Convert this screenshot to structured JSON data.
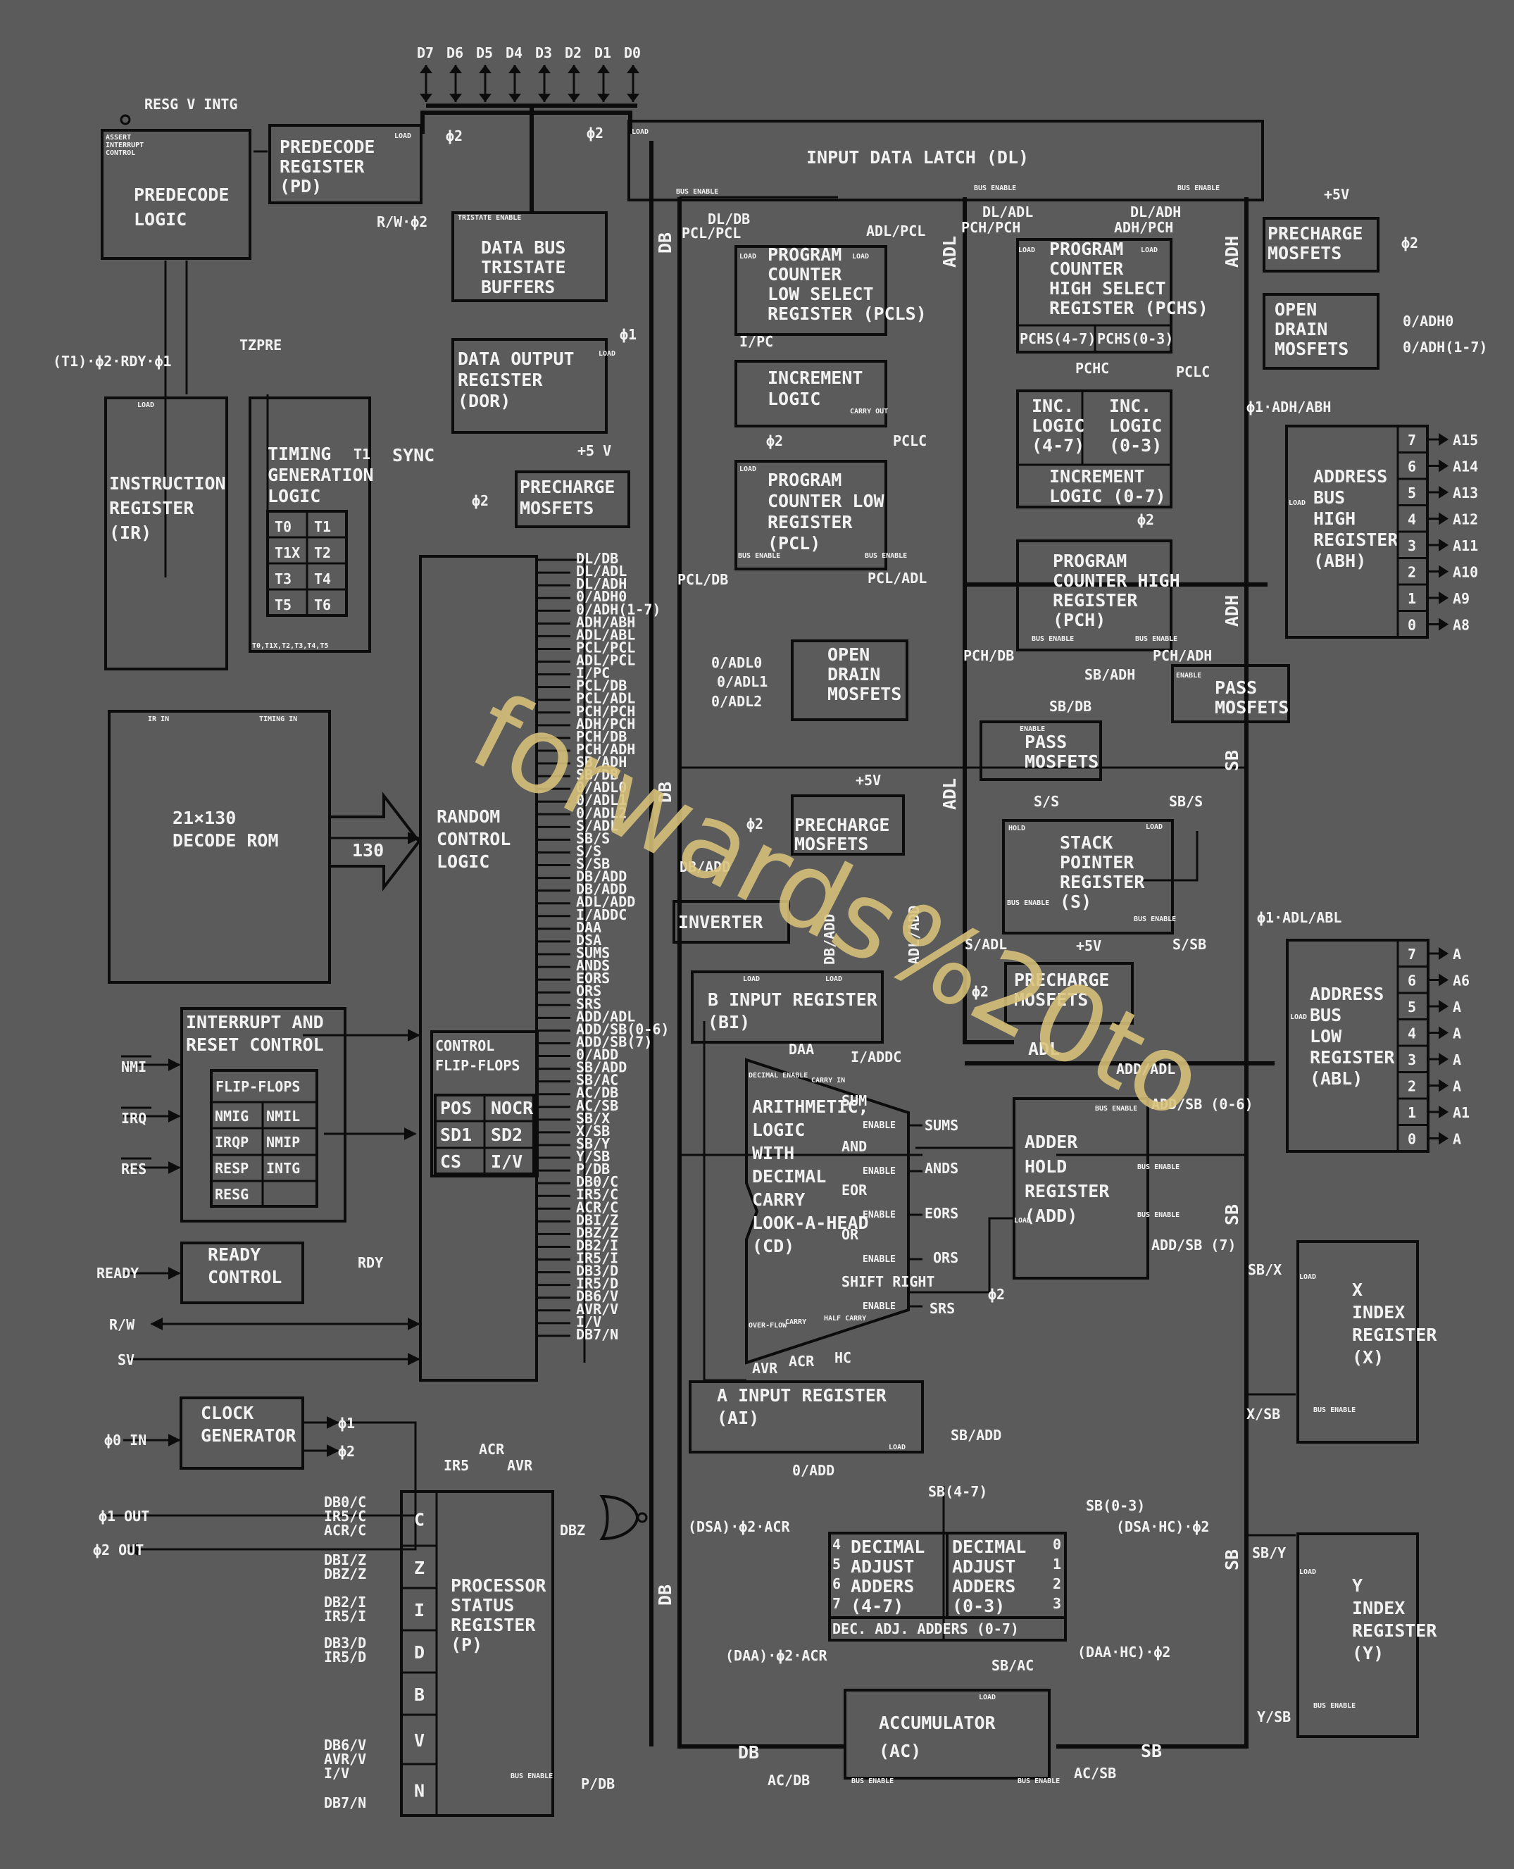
{
  "data_pins": [
    "D7",
    "D6",
    "D5",
    "D4",
    "D3",
    "D2",
    "D1",
    "D0"
  ],
  "blocks": {
    "predecode_logic": [
      "PREDECODE",
      "LOGIC"
    ],
    "assert_interrupt": [
      "ASSERT",
      "INTERRUPT",
      "CONTROL"
    ],
    "predecode_register": [
      "PREDECODE",
      "REGISTER",
      "(PD)"
    ],
    "data_bus_tristate": [
      "DATA BUS",
      "TRISTATE",
      "BUFFERS"
    ],
    "data_output_register": [
      "DATA OUTPUT",
      "REGISTER",
      "(DOR)"
    ],
    "input_data_latch": "INPUT DATA LATCH (DL)",
    "instruction_register": [
      "INSTRUCTION",
      "REGISTER",
      "(IR)"
    ],
    "timing_generation": [
      "TIMING",
      "GENERATION",
      "LOGIC"
    ],
    "timing_cells": [
      "T0",
      "T1",
      "T1X",
      "T2",
      "T3",
      "T4",
      "T5",
      "T6"
    ],
    "timing_footer": "T0,T1X,T2,T3,T4,T5",
    "decode_rom": [
      "21×130",
      "DECODE ROM"
    ],
    "random_control": [
      "RANDOM",
      "CONTROL",
      "LOGIC"
    ],
    "control_flipflops": [
      "CONTROL",
      "FLIP-FLOPS"
    ],
    "control_ff_cells": [
      "POS",
      "NOCR",
      "SD1",
      "SD2",
      "CS",
      "I/V"
    ],
    "interrupt_reset": [
      "INTERRUPT AND",
      "RESET CONTROL"
    ],
    "ir_flipflops": "FLIP-FLOPS",
    "ir_ff_cells": [
      "NMIG",
      "NMIL",
      "IRQP",
      "NMIP",
      "RESP",
      "INTG",
      "RESG"
    ],
    "ready_control": [
      "READY",
      "CONTROL"
    ],
    "clock_generator": [
      "CLOCK",
      "GENERATOR"
    ],
    "processor_status": [
      "PROCESSOR",
      "STATUS",
      "REGISTER",
      "(P)"
    ],
    "status_bits": [
      "C",
      "Z",
      "I",
      "D",
      "B",
      "V",
      "N"
    ],
    "precharge_mosfets": [
      "PRECHARGE",
      "MOSFETS"
    ],
    "pcls": [
      "PROGRAM",
      "COUNTER",
      "LOW SELECT",
      "REGISTER (PCLS)"
    ],
    "increment_logic": [
      "INCREMENT",
      "LOGIC"
    ],
    "pcl": [
      "PROGRAM",
      "COUNTER LOW",
      "REGISTER",
      "(PCL)"
    ],
    "open_drain": [
      "OPEN",
      "DRAIN",
      "MOSFETS"
    ],
    "pchs": [
      "PROGRAM",
      "COUNTER",
      "HIGH SELECT",
      "REGISTER (PCHS)"
    ],
    "pchs_split": [
      "PCHS(4-7)",
      "PCHS(0-3)"
    ],
    "inc_logic_47": [
      "INC.",
      "LOGIC",
      "(4-7)"
    ],
    "inc_logic_03": [
      "INC.",
      "LOGIC",
      "(0-3)"
    ],
    "inc_logic_07": [
      "INCREMENT",
      "LOGIC (0-7)"
    ],
    "pch": [
      "PROGRAM",
      "COUNTER HIGH",
      "REGISTER",
      "(PCH)"
    ],
    "pass_mosfets": [
      "PASS",
      "MOSFETS"
    ],
    "stack_pointer": [
      "STACK",
      "POINTER",
      "REGISTER",
      "(S)"
    ],
    "inverter": "INVERTER",
    "b_input": [
      "B INPUT REGISTER",
      "(BI)"
    ],
    "alu": [
      "ARITHMETIC,",
      "LOGIC",
      "WITH",
      "DECIMAL",
      "CARRY",
      "LOOK-A-HEAD",
      "(CD)"
    ],
    "alu_ops": [
      "SUM",
      "AND",
      "EOR",
      "OR",
      "SHIFT RIGHT"
    ],
    "alu_bottom": [
      "OVER-FLOW",
      "CARRY",
      "HALF CARRY"
    ],
    "adder_hold": [
      "ADDER",
      "HOLD",
      "REGISTER",
      "(ADD)"
    ],
    "a_input": [
      "A INPUT REGISTER",
      "(AI)"
    ],
    "dec_adj_47": [
      "DECIMAL",
      "ADJUST",
      "ADDERS",
      "(4-7)"
    ],
    "dec_adj_03": [
      "DECIMAL",
      "ADJUST",
      "ADDERS",
      "(0-3)"
    ],
    "dec_adj_07": "DEC. ADJ. ADDERS (0-7)",
    "accumulator": [
      "ACCUMULATOR",
      "(AC)"
    ],
    "abh": [
      "ADDRESS",
      "BUS",
      "HIGH",
      "REGISTER",
      "(ABH)"
    ],
    "abl": [
      "ADDRESS",
      "BUS",
      "LOW",
      "REGISTER",
      "(ABL)"
    ],
    "x_index": [
      "X",
      "INDEX",
      "REGISTER",
      "(X)"
    ],
    "y_index": [
      "Y",
      "INDEX",
      "REGISTER",
      "(Y)"
    ]
  },
  "abh_bits": [
    {
      "bit": "7",
      "pin": "A15"
    },
    {
      "bit": "6",
      "pin": "A14"
    },
    {
      "bit": "5",
      "pin": "A13"
    },
    {
      "bit": "4",
      "pin": "A12"
    },
    {
      "bit": "3",
      "pin": "A11"
    },
    {
      "bit": "2",
      "pin": "A10"
    },
    {
      "bit": "1",
      "pin": "A9"
    },
    {
      "bit": "0",
      "pin": "A8"
    }
  ],
  "abl_bits": [
    {
      "bit": "7",
      "pin": "A"
    },
    {
      "bit": "6",
      "pin": "A6"
    },
    {
      "bit": "5",
      "pin": "A"
    },
    {
      "bit": "4",
      "pin": "A"
    },
    {
      "bit": "3",
      "pin": "A"
    },
    {
      "bit": "2",
      "pin": "A"
    },
    {
      "bit": "1",
      "pin": "A1"
    },
    {
      "bit": "0",
      "pin": "A"
    }
  ],
  "control_signals": [
    "DL/DB",
    "DL/ADL",
    "DL/ADH",
    "0/ADH0",
    "0/ADH(1-7)",
    "ADH/ABH",
    "ADL/ABL",
    "PCL/PCL",
    "ADL/PCL",
    "I/PC",
    "PCL/DB",
    "PCL/ADL",
    "PCH/PCH",
    "ADH/PCH",
    "PCH/DB",
    "PCH/ADH",
    "SB/ADH",
    "SB/DB",
    "0/ADL0",
    "0/ADL1",
    "0/ADL2",
    "S/ADL",
    "SB/S",
    "S/S",
    "S/SB",
    "DB/ADD",
    "DB/ADD",
    "ADL/ADD",
    "I/ADDC",
    "DAA",
    "DSA",
    "SUMS",
    "ANDS",
    "EORS",
    "ORS",
    "SRS",
    "ADD/ADL",
    "ADD/SB(0-6)",
    "ADD/SB(7)",
    "0/ADD",
    "SB/ADD",
    "SB/AC",
    "AC/DB",
    "AC/SB",
    "SB/X",
    "X/SB",
    "SB/Y",
    "Y/SB",
    "P/DB",
    "DB0/C",
    "IR5/C",
    "ACR/C",
    "DBI/Z",
    "DBZ/Z",
    "DB2/I",
    "IR5/I",
    "DB3/D",
    "IR5/D",
    "DB6/V",
    "AVR/V",
    "I/V",
    "DB7/N"
  ],
  "pins": {
    "resg_intg": "RESG V INTG",
    "nmi": "NMI",
    "irq": "IRQ",
    "res": "RES",
    "ready": "READY",
    "rw": "R/W",
    "sv": "SV",
    "phi0_in": "ϕ0 IN",
    "phi1_out": "ϕ1 OUT",
    "phi2_out": "ϕ2 OUT",
    "phi1": "ϕ1",
    "phi2": "ϕ2",
    "sync": "SYNC"
  },
  "labels": {
    "load": "LOAD",
    "bus_enable": "BUS ENABLE",
    "hold": "HOLD",
    "enable": "ENABLE",
    "tristate_enable": "TRISTATE ENABLE",
    "phi2": "ϕ2",
    "phi1": "ϕ1",
    "plus5v": "+5V",
    "plus5v_alt": "+5 V",
    "t1_rdy": "(T1)·ϕ2·RDY·ϕ1",
    "tzpre": "TZPRE",
    "rw_phi2": "R/W·ϕ2",
    "ir_in": "IR IN",
    "timing_in": "TIMING IN",
    "n130": "130",
    "rdy": "RDY",
    "t1_sync": "T1",
    "db": "DB",
    "adl": "ADL",
    "adh": "ADH",
    "sb": "SB",
    "dl_db": "DL/DB",
    "dl_adl": "DL/ADL",
    "dl_adh": "DL/ADH",
    "adl_pcl": "ADL/PCL",
    "pcl_pcl": "PCL/PCL",
    "pch_pch": "PCH/PCH",
    "adh_pch": "ADH/PCH",
    "i_pc": "I/PC",
    "pclc": "PCLC",
    "pchc": "PCHC",
    "pcl_db": "PCL/DB",
    "pcl_adl": "PCL/ADL",
    "pch_db": "PCH/DB",
    "pch_adh": "PCH/ADH",
    "sb_adh": "SB/ADH",
    "sb_db": "SB/DB",
    "o_adl0": "0/ADL0",
    "o_adl1": "0/ADL1",
    "o_adl2": "0/ADL2",
    "o_adh0": "0/ADH0",
    "o_adh17": "0/ADH(1-7)",
    "phi1_adh_abh": "ϕ1·ADH/ABH",
    "phi1_adl_abl": "ϕ1·ADL/ABL",
    "s_s": "S/S",
    "sb_s": "SB/S",
    "s_adl": "S/ADL",
    "s_sb": "S/SB",
    "db_add": "DB/ADD",
    "adl_add": "ADL/ADD",
    "daa": "DAA",
    "i_addc": "I/ADDC",
    "decimal_enable": "DECIMAL ENABLE",
    "carry_in": "CARRY IN",
    "carry_out": "CARRY OUT",
    "sums": "SUMS",
    "ands": "ANDS",
    "eors": "EORS",
    "ors": "ORS",
    "srs": "SRS",
    "add_adl": "ADD/ADL",
    "add_sb06": "ADD/SB (0-6)",
    "add_sb7": "ADD/SB (7)",
    "avr": "AVR",
    "acr": "ACR",
    "hc": "HC",
    "ir5": "IR5",
    "dbz": "DBZ",
    "sb_add": "SB/ADD",
    "o_add": "0/ADD",
    "sb47": "SB(4-7)",
    "sb03": "SB(0-3)",
    "dsa_acr": "(DSA)·ϕ2·ACR",
    "dsa_hc": "(DSA·HC)·ϕ2",
    "daa_acr": "(DAA)·ϕ2·ACR",
    "daa_hc": "(DAA·HC)·ϕ2",
    "sb_ac": "SB/AC",
    "ac_db": "AC/DB",
    "ac_sb": "AC/SB",
    "p_db": "P/DB",
    "sb_x": "SB/X",
    "x_sb": "X/SB",
    "sb_y": "SB/Y",
    "y_sb": "Y/SB",
    "db0_c": "DB0/C",
    "ir5_c": "IR5/C",
    "acr_c": "ACR/C",
    "dbi_z": "DBI/Z",
    "dbz_z": "DBZ/Z",
    "db2_i": "DB2/I",
    "ir5_i": "IR5/I",
    "db3_d": "DB3/D",
    "ir5_d": "IR5/D",
    "db6_v": "DB6/V",
    "avr_v": "AVR/V",
    "i_v": "I/V",
    "db7_n": "DB7/N",
    "da_in_0": "0",
    "da_in_1": "1",
    "da_in_2": "2",
    "da_in_3": "3",
    "da_in_4": "4",
    "da_in_5": "5",
    "da_in_6": "6",
    "da_in_7": "7"
  },
  "watermark": "forwards%20to",
  "colors": {
    "background": "#5b5b5b",
    "ink": "#0c0c0c",
    "text": "#f2f2f2",
    "watermark": "#d8c27a"
  }
}
